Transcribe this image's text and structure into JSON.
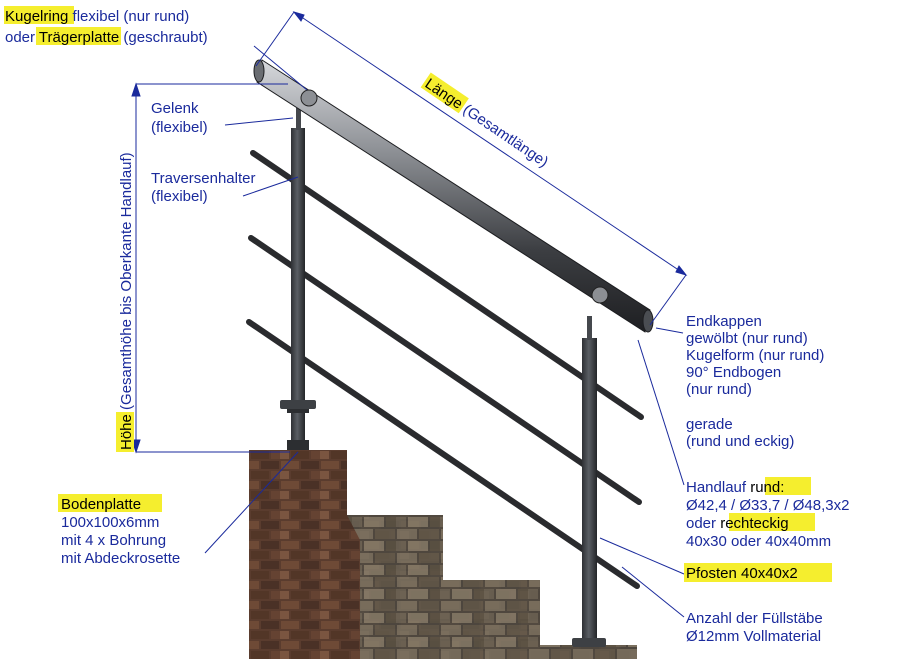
{
  "labels": {
    "kugelring_1": "Kugelring",
    "kugelring_2": " flexibel (nur rund)",
    "traeger_1": "oder ",
    "traeger_2": "Trägerplatte",
    "traeger_3": " (geschraubt)",
    "gelenk_1": "Gelenk",
    "gelenk_2": "(flexibel)",
    "traversen_1": "Traversenhalter",
    "traversen_2": "(flexibel)",
    "hoehe_1": "Höhe",
    "hoehe_2": " (Gesamthöhe bis Oberkante Handlauf)",
    "laenge_1": "Länge",
    "laenge_2": " (Gesamtlänge)",
    "endkappen": [
      "Endkappen",
      "gewölbt (nur rund)",
      "Kugelform (nur rund)",
      "90° Endbogen",
      "(nur rund)"
    ],
    "gerade": [
      "gerade",
      "(rund und eckig)"
    ],
    "handlauf_1": "Handlauf ",
    "handlauf_2": "rund:",
    "handlauf_3": "Ø42,4 / Ø33,7 / Ø48,3x2",
    "handlauf_4": "oder ",
    "handlauf_5": "rechteckig",
    "handlauf_6": "40x30 oder 40x40mm",
    "bodenplatte": [
      "Bodenplatte",
      "100x100x6mm",
      "mit 4 x Bohrung",
      "mit Abdeckrosette"
    ],
    "pfosten": "Pfosten 40x40x2",
    "fuellstaebe": [
      "Anzahl der Füllstäbe",
      "Ø12mm Vollmaterial"
    ]
  },
  "colors": {
    "label_text": "#1a2a9c",
    "highlight": "#f5ee2e",
    "dimension_line": "#1a2a9c",
    "steel_dark": "#3a3c40",
    "steel_light": "#c8cace",
    "brick": "#5a3c2e",
    "stone": "#6a6458"
  }
}
